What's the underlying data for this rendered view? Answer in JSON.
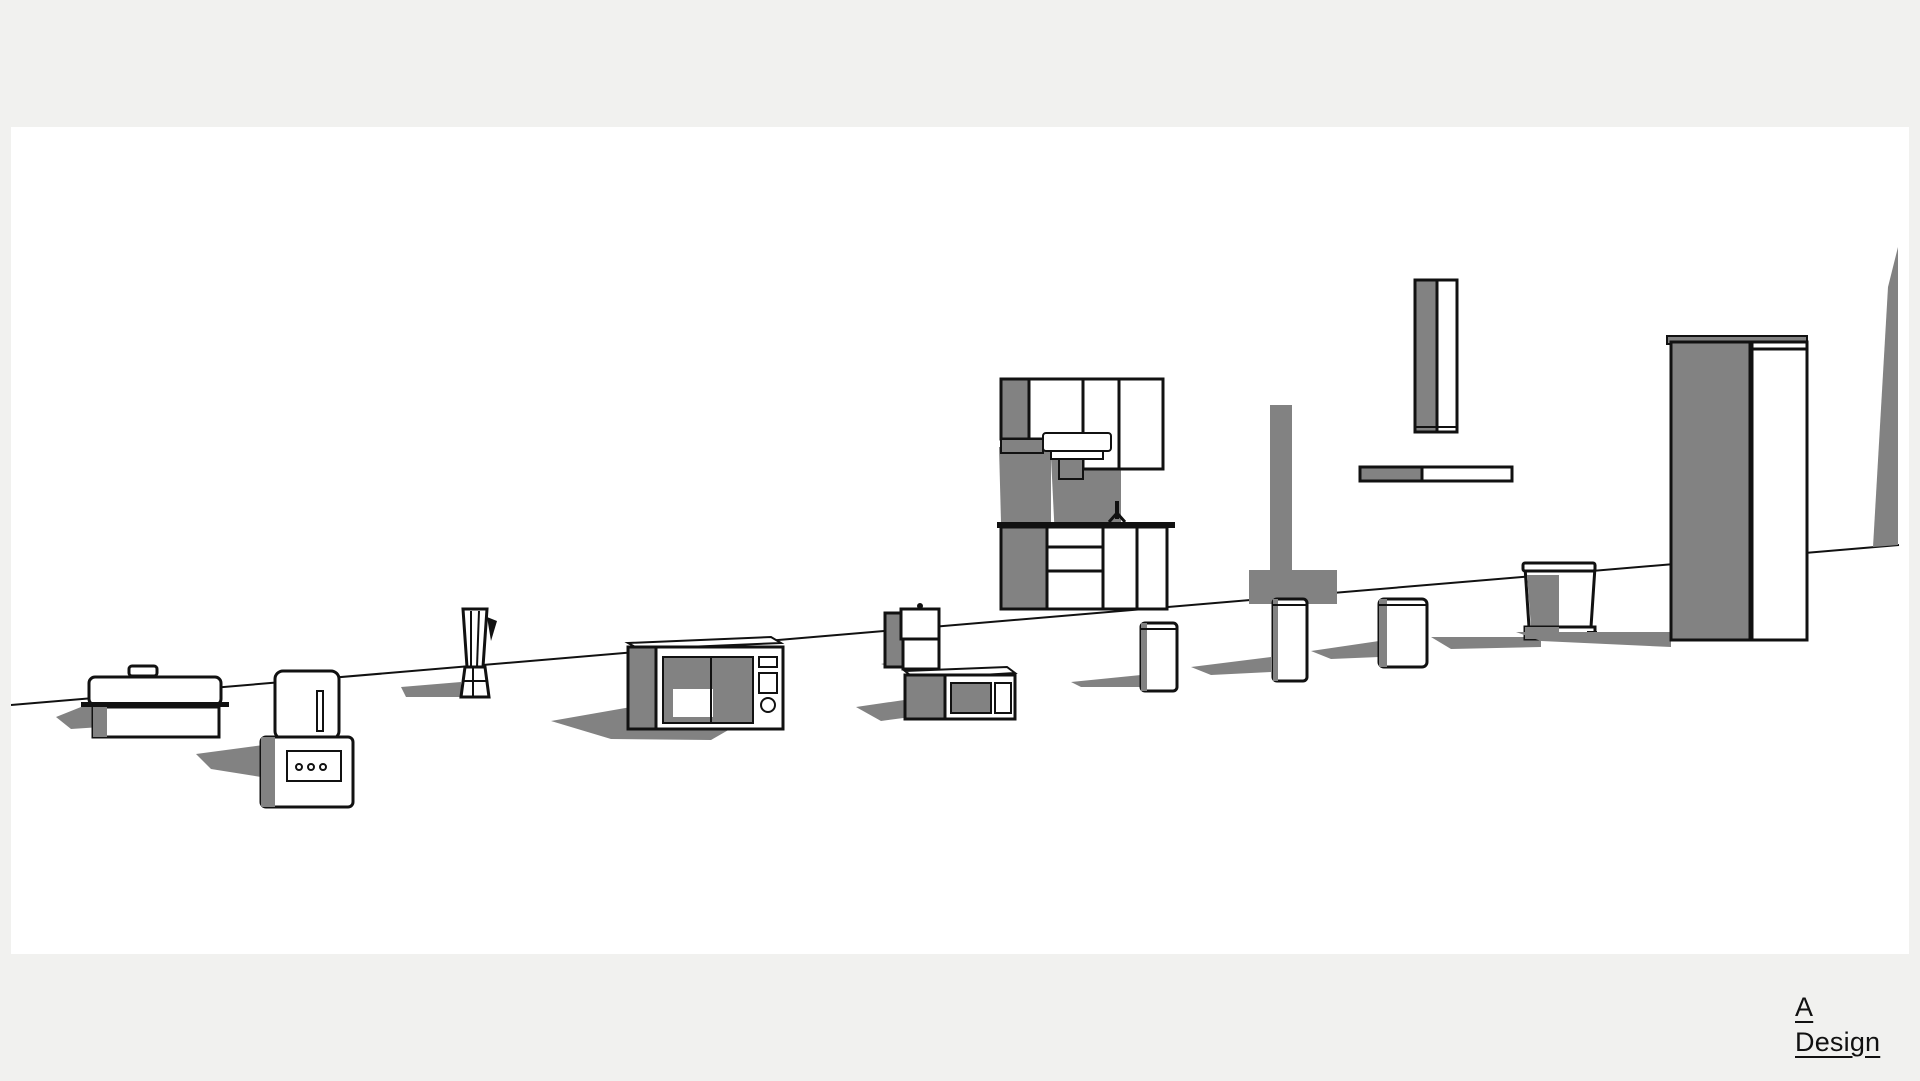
{
  "slide": {
    "background_color": "#f1f1ef",
    "canvas_color": "#ffffff",
    "shadow_color": "#828282",
    "line_color": "#111111"
  },
  "scene": {
    "description": "Perspective render of kitchen appliances on a floor plane",
    "objects": [
      "roasting-pan",
      "food-processor",
      "blender",
      "microwave-large",
      "coffee-maker",
      "microwave-small",
      "wall-cabinet-with-hood",
      "sink-cabinet",
      "trash-bin-1",
      "trash-bin-2",
      "trash-bin-3",
      "range-hood",
      "pedal-bin",
      "refrigerator"
    ]
  },
  "logo": {
    "line1": "A",
    "line2": "Design"
  }
}
